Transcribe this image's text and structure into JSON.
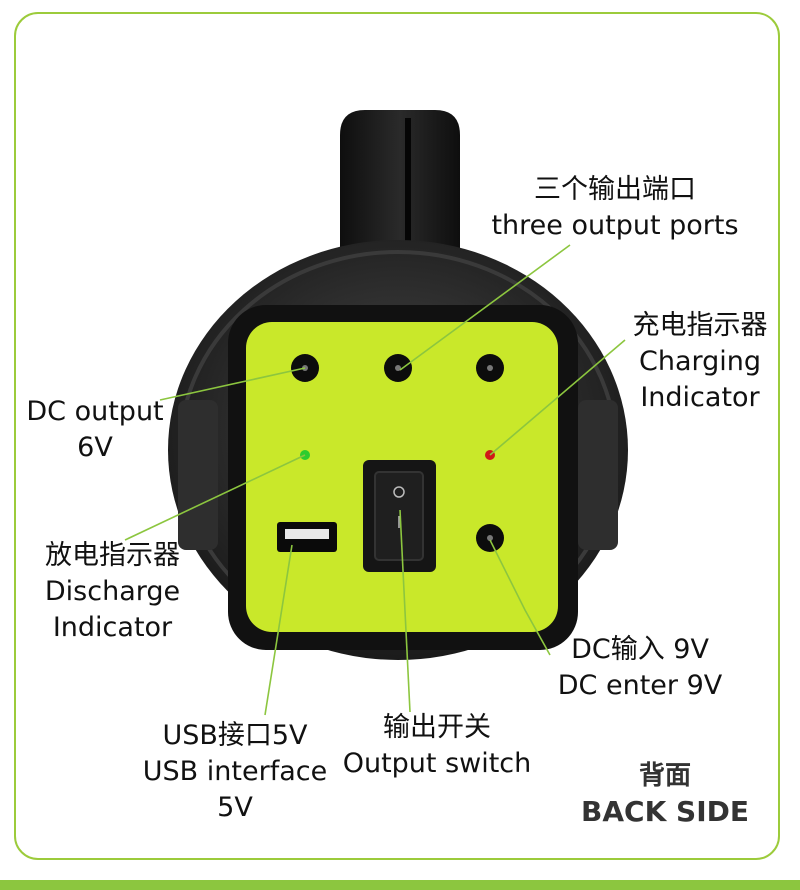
{
  "labels": {
    "output_ports": {
      "cn": "三个输出端口",
      "en": "three output ports"
    },
    "charging": {
      "cn": "充电指示器",
      "en1": "Charging",
      "en2": "Indicator"
    },
    "dc_output": {
      "line1": "DC output",
      "line2": "6V"
    },
    "discharge": {
      "cn": "放电指示器",
      "en1": "Discharge",
      "en2": "Indicator"
    },
    "dc_input": {
      "line1": "DC输入 9V",
      "line2": "DC enter 9V"
    },
    "usb": {
      "line1": "USB接口5V",
      "line2": "USB interface",
      "line3": "5V"
    },
    "switch": {
      "cn": "输出开关",
      "en": "Output switch"
    }
  },
  "side": {
    "cn": "背面",
    "en": "BACK SIDE"
  },
  "colors": {
    "panel": "#c9e82a",
    "frame": "#9ccb3b",
    "body": "#1c1c1c",
    "led_green": "#2ecc2e",
    "led_red": "#d01818"
  }
}
